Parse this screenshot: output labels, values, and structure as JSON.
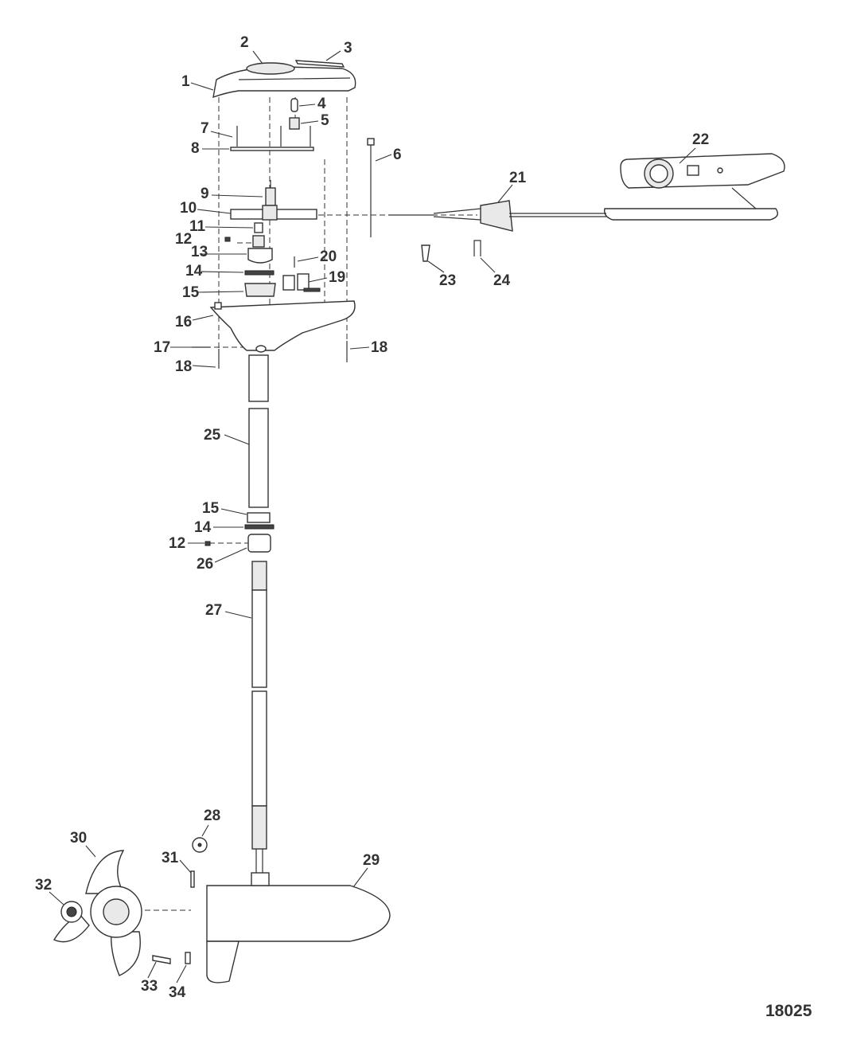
{
  "figure_number": "18025",
  "callouts": [
    "1",
    "2",
    "3",
    "4",
    "5",
    "6",
    "7",
    "8",
    "9",
    "10",
    "11",
    "12",
    "13",
    "14",
    "15",
    "16",
    "17",
    "18",
    "18",
    "19",
    "20",
    "21",
    "22",
    "23",
    "24",
    "25",
    "15",
    "14",
    "12",
    "26",
    "27",
    "28",
    "29",
    "30",
    "31",
    "32",
    "33",
    "34"
  ],
  "colors": {
    "line": "#333333",
    "background": "#ffffff",
    "shade": "#e9e9e9"
  }
}
